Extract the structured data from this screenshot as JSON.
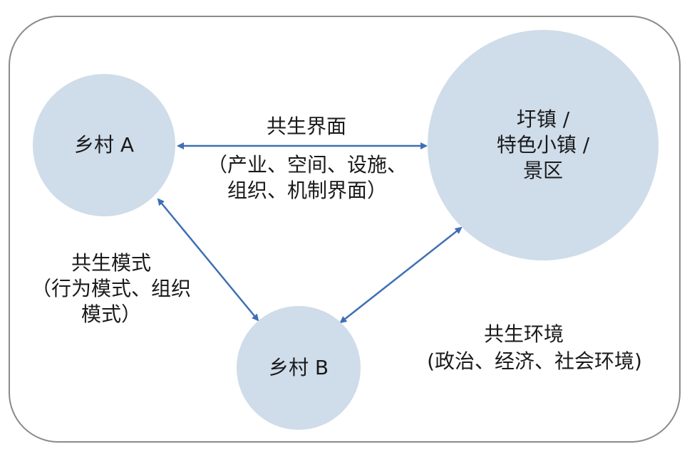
{
  "nodes": {
    "village_a": "乡村 A",
    "village_b": "乡村 B",
    "town": "圩镇 /\n特色小镇 /\n景区"
  },
  "edges": {
    "interface": {
      "title": "共生界面",
      "detail": "（产业、空间、设施、\n组织、机制界面）"
    },
    "mode": {
      "title": "共生模式",
      "detail": "（行为模式、组织\n模式）"
    }
  },
  "environment": {
    "title": "共生环境",
    "detail": "(政治、经济、社会环境)"
  },
  "colors": {
    "node_fill": "#cfdcea",
    "arrow": "#3f6fb5",
    "frame_border": "#8a8a8a"
  }
}
